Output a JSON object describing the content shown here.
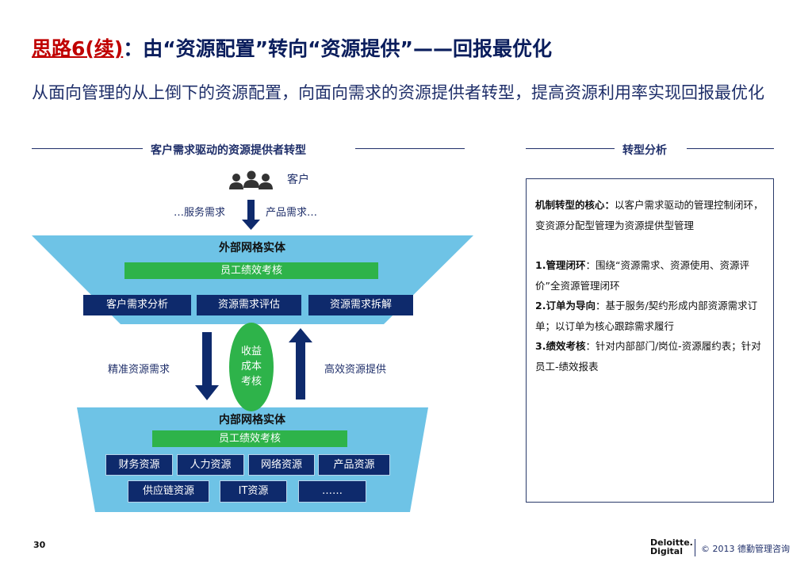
{
  "title": {
    "red": "思路6(续)",
    "main": "：由“资源配置”转向“资源提供”——回报最优化"
  },
  "subtitle": "从面向管理的从上倒下的资源配置，向面向需求的资源提供者转型，提高资源利用率实现回报最优化",
  "left_section": {
    "title": "客户需求驱动的资源提供者转型",
    "customer_label": "客户",
    "service_demand": "…服务需求",
    "product_demand": "产品需求…",
    "external": {
      "title": "外部网格实体",
      "kpi": "员工绩效考核",
      "boxes": [
        "客户需求分析",
        "资源需求评估",
        "资源需求拆解"
      ]
    },
    "flow_left": "精准资源需求",
    "flow_right": "高效资源提供",
    "center_oval": [
      "收益",
      "成本",
      "考核"
    ],
    "internal": {
      "title": "内部网格实体",
      "kpi": "员工绩效考核",
      "row1": [
        "财务资源",
        "人力资源",
        "网络资源",
        "产品资源"
      ],
      "row2": [
        "供应链资源",
        "IT资源",
        "……"
      ]
    },
    "colors": {
      "funnel": "#6ec3e6",
      "navy": "#0e2a6c",
      "green": "#2eb34a",
      "oval": "#2eb34a",
      "arrow": "#0e2a6c"
    }
  },
  "right_section": {
    "title": "转型分析",
    "core_label": "机制转型的核心：",
    "core_text": "以客户需求驱动的管理控制闭环，变资源分配型管理为资源提供型管理",
    "items": [
      {
        "num": "1.",
        "label": "管理闭环",
        "text": "：围绕“资源需求、资源使用、资源评价”全资源管理闭环"
      },
      {
        "num": "2.",
        "label": "订单为导向",
        "text": "：基于服务/契约形成内部资源需求订单；以订单为核心跟踪需求履行"
      },
      {
        "num": "3.",
        "label": "绩效考核",
        "text": "：针对内部部门/岗位-资源履约表；针对员工-绩效报表"
      }
    ]
  },
  "footer": {
    "page": "30",
    "logo_line1": "Deloitte.",
    "logo_line2": "Digital",
    "copyright": "© 2013 德勤管理咨询"
  }
}
